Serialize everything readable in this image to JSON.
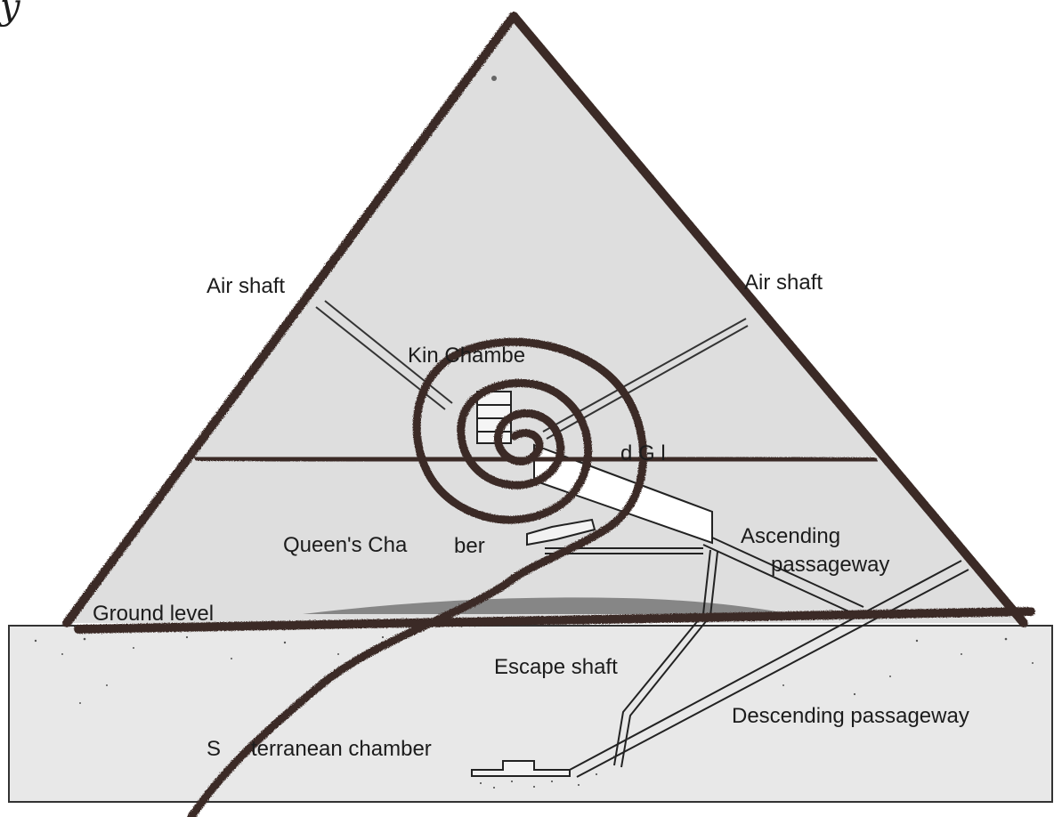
{
  "figure": {
    "corner_mark": "y",
    "labels": {
      "air_shaft_left": "Air shaft",
      "air_shaft_right": "Air  shaft",
      "kings_chamber": "Kin  Chambe",
      "grand_gallery": "d G l",
      "queens_chamber": "Queen's Cha",
      "queens_chamber_tail": "ber",
      "ascending_line1": "Ascending",
      "ascending_line2": "passageway",
      "ground_level": "Ground level",
      "escape_shaft": "Escape shaft",
      "descending": "Descending passageway",
      "subterranean_start": "S",
      "subterranean_end": "terranean chamber"
    },
    "colors": {
      "pyramid_fill": "#dcdcdc",
      "ground_fill": "#e6e6e6",
      "overdraw_stroke": "#3a2a26",
      "line": "#333333"
    }
  }
}
